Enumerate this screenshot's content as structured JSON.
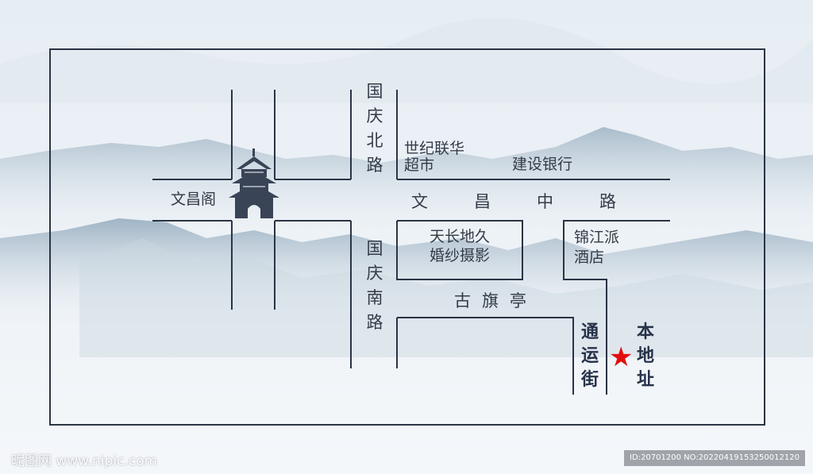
{
  "roads": {
    "north_road": "国庆北路",
    "south_road": "国庆南路",
    "middle_road": "文昌中路",
    "pavilion_street": "古旗亭",
    "tongyun_street": "通运街"
  },
  "places": {
    "wenchang_pavilion": "文昌阁",
    "supermarket_line1": "世纪联华",
    "supermarket_line2": "超市",
    "bank": "建设银行",
    "photo_line1": "天长地久",
    "photo_line2": "婚纱摄影",
    "hotel_line1": "锦江派",
    "hotel_line2": "酒店"
  },
  "marker": {
    "label": "本地址",
    "star_color": "#e10e0e"
  },
  "watermark": {
    "site": "昵图网 www.nipic.com",
    "id": "ID:20701200 NO:20220419153250012120"
  },
  "colors": {
    "road": "#2b3445",
    "frame": "#2b3445",
    "mountains": "#c3d2de"
  }
}
